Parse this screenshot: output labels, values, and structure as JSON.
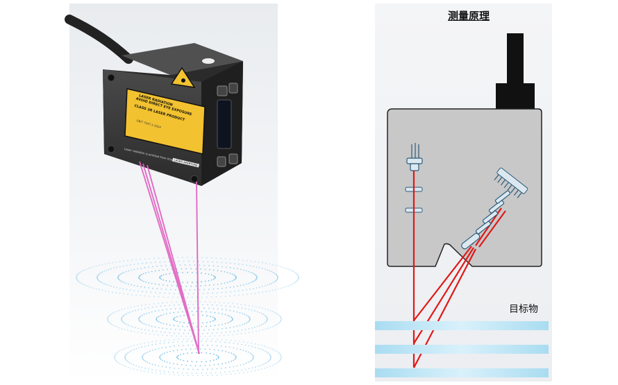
{
  "title": "测量原理",
  "target_label": "目标物",
  "sensor_label": {
    "line1": "LASER RADIATION",
    "line2": "AVOID DIRECT EYE EXPOSURE",
    "line3": "CLASS 3R LASER PRODUCT",
    "standard": "GB/T 7247.1-2024",
    "aperture_note": "Laser radiation is emitted from this aperture.",
    "aperture": "LASER APERTURE"
  },
  "colors": {
    "sensor_body": "#2a2a2a",
    "warning_label": "#f2c230",
    "laser_beam": "#e060c0",
    "schematic_housing": "#c8c8c8",
    "red_beam": "#e01818",
    "target_band": "#bfe8f6",
    "dots": "#5fb6e6"
  }
}
